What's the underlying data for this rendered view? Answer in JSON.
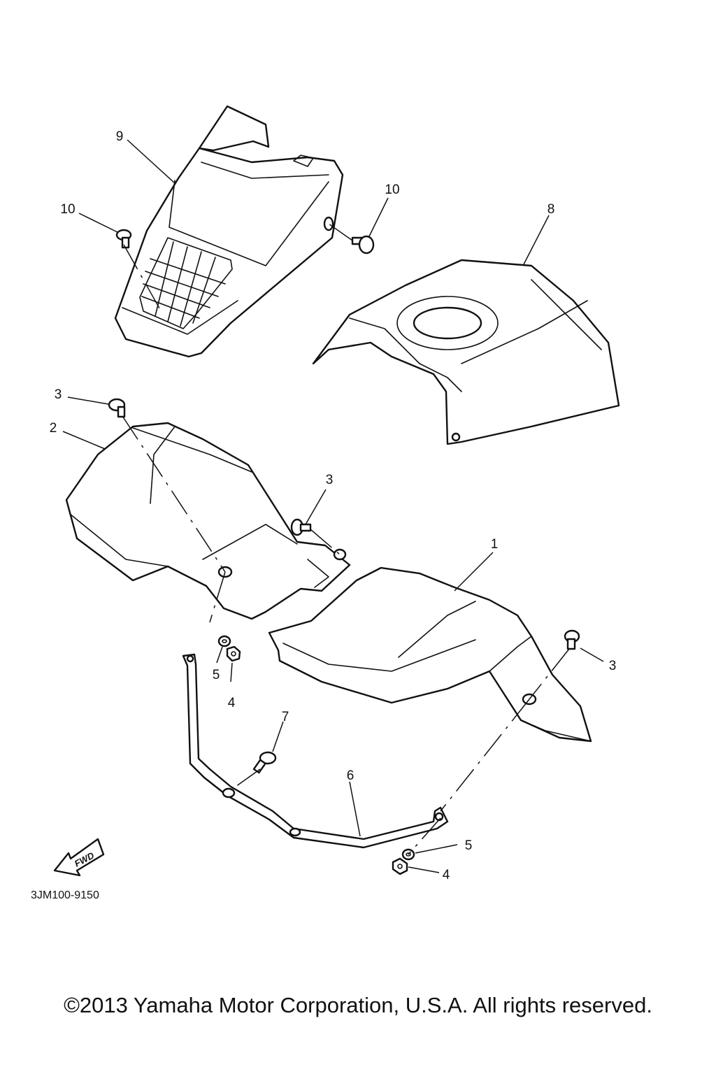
{
  "callouts": [
    {
      "part": "1",
      "label": "1"
    },
    {
      "part": "2",
      "label": "2"
    },
    {
      "part": "3",
      "label": "3"
    },
    {
      "part": "3",
      "label": "3"
    },
    {
      "part": "3",
      "label": "3"
    },
    {
      "part": "4",
      "label": "4"
    },
    {
      "part": "4",
      "label": "4"
    },
    {
      "part": "5",
      "label": "5"
    },
    {
      "part": "5",
      "label": "5"
    },
    {
      "part": "6",
      "label": "6"
    },
    {
      "part": "7",
      "label": "7"
    },
    {
      "part": "8",
      "label": "8"
    },
    {
      "part": "9",
      "label": "9"
    },
    {
      "part": "10",
      "label": "10"
    },
    {
      "part": "10",
      "label": "10"
    }
  ],
  "fwd_label": "FWD",
  "drawing_code": "3JM100-9150",
  "copyright": "©2013 Yamaha Motor Corporation, U.S.A. All rights reserved."
}
